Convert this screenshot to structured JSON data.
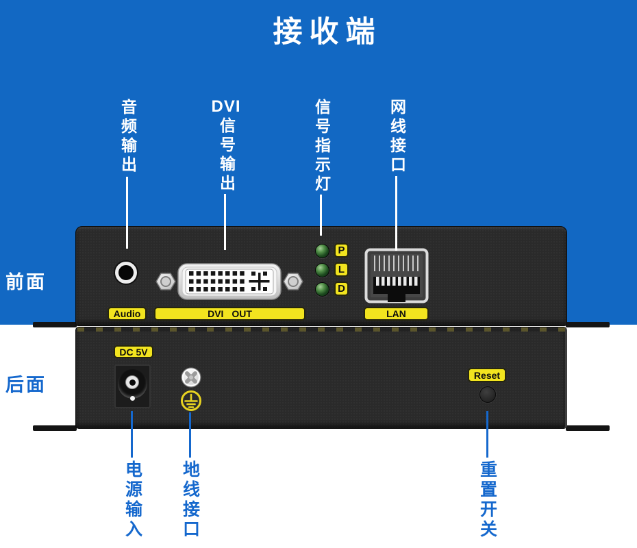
{
  "title": "接收端",
  "colors": {
    "background_blue": "#1268c3",
    "accent_blue": "#1568cd",
    "label_yellow": "#f2e41f",
    "panel_black": "#2a2a2a",
    "led_green": "#54924a"
  },
  "front": {
    "side_label": "前面",
    "callouts": [
      {
        "text": "音频输出"
      },
      {
        "prefix": "DVI",
        "text": "信号输出"
      },
      {
        "text": "信号指示灯"
      },
      {
        "text": "网线接口"
      }
    ],
    "port_labels": {
      "audio": "Audio",
      "dvi": "DVI OUT",
      "lan": "LAN"
    },
    "leds": [
      "P",
      "L",
      "D"
    ]
  },
  "back": {
    "side_label": "后面",
    "port_labels": {
      "power": "DC 5V",
      "reset": "Reset"
    },
    "callouts": [
      {
        "text": "电源输入"
      },
      {
        "text": "地线接口"
      },
      {
        "text": "重置开关"
      }
    ]
  }
}
